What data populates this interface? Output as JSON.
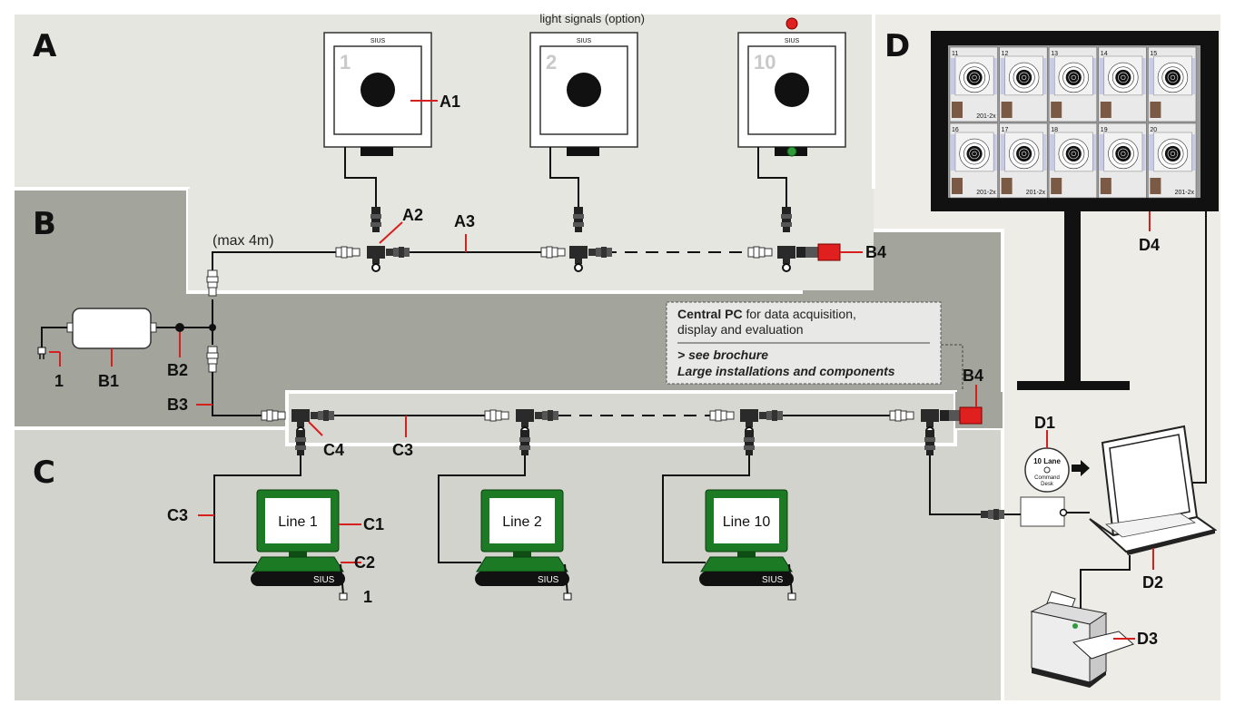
{
  "sections": {
    "a": "A",
    "b": "B",
    "c": "C",
    "d": "D"
  },
  "labels": {
    "a1": "A1",
    "a2": "A2",
    "a3": "A3",
    "b1": "B1",
    "b2": "B2",
    "b3": "B3",
    "b4_top": "B4",
    "b4_bottom": "B4",
    "c1": "C1",
    "c2": "C2",
    "c3_left": "C3",
    "c3_mid": "C3",
    "c4": "C4",
    "d1": "D1",
    "d2": "D2",
    "d3": "D3",
    "d4": "D4",
    "power_b": "1",
    "power_c": "1"
  },
  "notes": {
    "light_signals": "light signals (option)",
    "max_length": "(max 4m)"
  },
  "targets": [
    {
      "number": "1",
      "brand": "SIUS"
    },
    {
      "number": "2",
      "brand": "SIUS"
    },
    {
      "number": "10",
      "brand": "SIUS"
    }
  ],
  "monitors": [
    {
      "text": "Line 1",
      "brand": "SIUS"
    },
    {
      "text": "Line 2",
      "brand": "SIUS"
    },
    {
      "text": "Line 10",
      "brand": "SIUS"
    }
  ],
  "central_pc": {
    "title": "Central PC",
    "desc1": " for data acquisition,",
    "desc2": "display and evaluation",
    "see": "> see brochure",
    "ref": "Large installations and components"
  },
  "disc": {
    "line1": "10 Lane",
    "line2": "Command",
    "line3": "Desk"
  },
  "display_tiles": [
    "11",
    "12",
    "13",
    "14",
    "15",
    "16",
    "17",
    "18",
    "19",
    "20"
  ],
  "display_score": "201-2x",
  "colors": {
    "section_a_bg": "#e6e6e0",
    "section_b_bg": "#a3a49c",
    "section_c_bg": "#d3d3cd",
    "section_d_bg": "#edece6",
    "monitor_green": "#1c7a24",
    "terminator_red": "#e0201e",
    "lead_red": "#d61f1f"
  }
}
